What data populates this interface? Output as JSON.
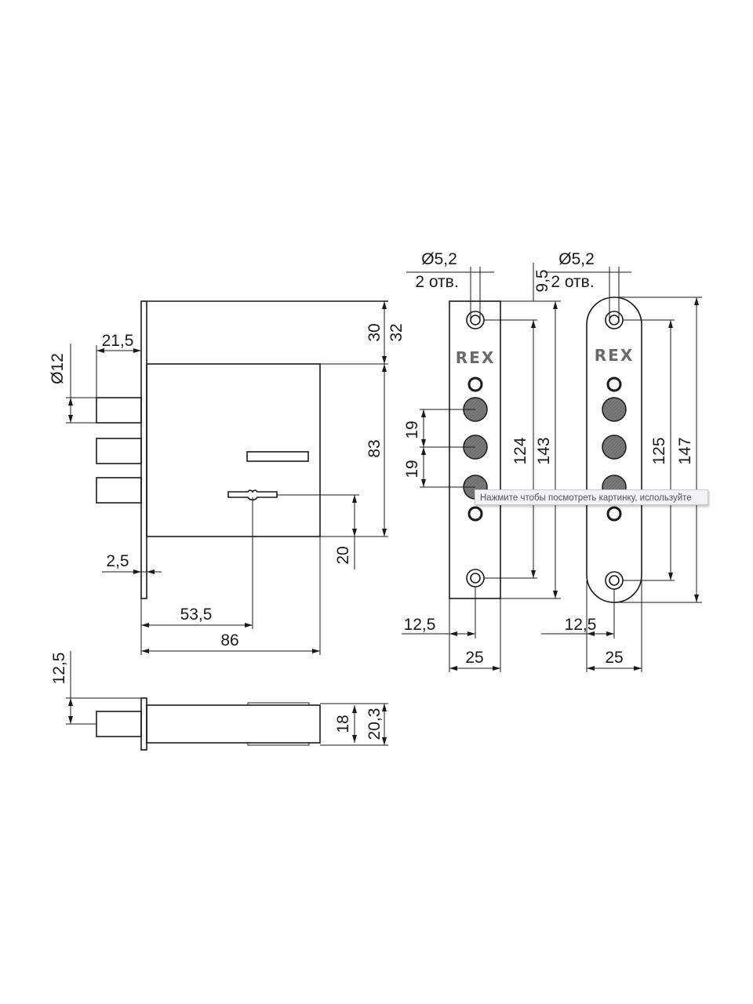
{
  "front_view": {
    "dims": {
      "bolt_projection": "21,5",
      "bolt_diameter": "Ø12",
      "plate_thickness": "2,5",
      "top_30": "30",
      "top_32": "32",
      "body_height": "83",
      "key_offset": "20",
      "backset": "53,5",
      "body_width": "86"
    }
  },
  "bottom_view": {
    "dims": {
      "bolt_offset": "12,5",
      "body_thickness": "18",
      "total_thickness": "20,3"
    }
  },
  "strike_plate_square": {
    "brand": "REX",
    "dims": {
      "hole_diameter": "Ø5,2",
      "hole_count": "2 отв.",
      "edge_offset": "9,5",
      "bolt_pitch_1": "19",
      "bolt_pitch_2": "19",
      "hole_spacing": "124",
      "length": "143",
      "hole_center": "12,5",
      "width": "25"
    }
  },
  "strike_plate_rounded": {
    "brand": "REX",
    "dims": {
      "hole_diameter": "Ø5,2",
      "hole_count": "2 отв.",
      "hole_spacing": "125",
      "length": "147",
      "hole_center": "12,5",
      "width": "25"
    }
  },
  "tooltip": {
    "text": "Нажмите чтобы посмотреть картинку, используйте"
  },
  "colors": {
    "line": "#1a1a1a",
    "bolt_fill": "#6e6e6e",
    "brand": "#6a6a6a"
  }
}
